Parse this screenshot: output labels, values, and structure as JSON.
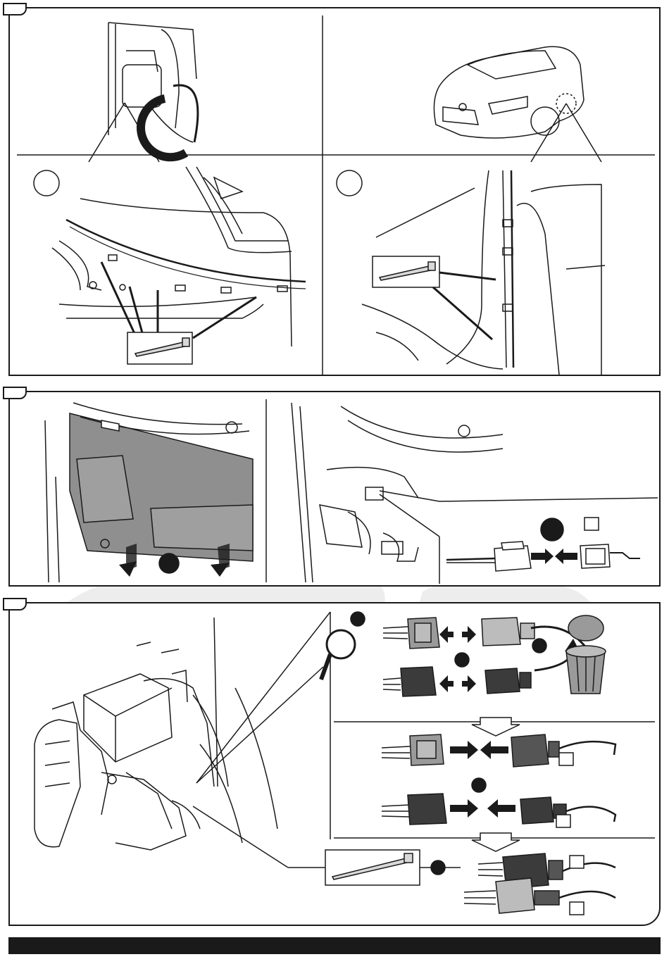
{
  "sections": [
    {
      "id": "section-1",
      "callouts": [
        "",
        ""
      ]
    },
    {
      "id": "section-2",
      "callouts": [
        "",
        "",
        ""
      ]
    },
    {
      "id": "section-3",
      "callouts": [
        "",
        "",
        "",
        "",
        "",
        "",
        "",
        "",
        ""
      ]
    }
  ],
  "colors": {
    "line": "#1a1a1a",
    "panel_bg": "#ffffff",
    "connector_dark": "#3b3b3b",
    "connector_light": "#9a9a9a",
    "watermark": "#ededed",
    "footer": "#1a1a1a"
  },
  "icons": [
    "cable-tie-icon",
    "magnifier-icon",
    "trash-bin-icon",
    "arrow-icon",
    "car-icon"
  ]
}
